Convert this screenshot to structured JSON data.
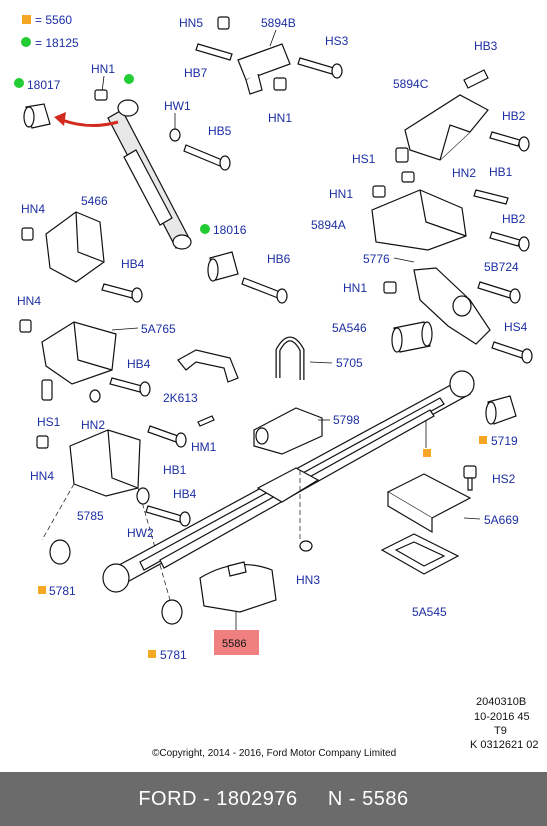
{
  "legend": {
    "square_code": "5560",
    "circle_code": "18125",
    "square_color": "#f5a623",
    "circle_color": "#22cc33"
  },
  "labels": {
    "hn5": "HN5",
    "p5894b": "5894B",
    "hs3": "HS3",
    "hb3": "HB3",
    "hn1_top": "HN1",
    "hb7": "HB7",
    "hn1_mid": "HN1",
    "p5894c": "5894C",
    "p18017": "18017",
    "hw1": "HW1",
    "hb5": "HB5",
    "hb2_a": "HB2",
    "hs1_r": "HS1",
    "hn2_r": "HN2",
    "hb1_r": "HB1",
    "hn1_r": "HN1",
    "p5894a": "5894A",
    "hb2_b": "HB2",
    "hn4_a": "HN4",
    "p5466": "5466",
    "p18016": "18016",
    "hb4_a": "HB4",
    "hb6": "HB6",
    "p5776": "5776",
    "p5b724": "5B724",
    "hn1_r2": "HN1",
    "hn4_b": "HN4",
    "p5a765": "5A765",
    "p5a546": "5A546",
    "hs4": "HS4",
    "hb4_b": "HB4",
    "p5705": "5705",
    "p2k613": "2K613",
    "hs1_l": "HS1",
    "hn2_l": "HN2",
    "p5798": "5798",
    "hm1": "HM1",
    "hn4_c": "HN4",
    "hb1_l": "HB1",
    "p5719": "5719",
    "hs2": "HS2",
    "hb4_c": "HB4",
    "p5785": "5785",
    "hw2": "HW2",
    "p5a669": "5A669",
    "p5781_a": "5781",
    "hn3": "HN3",
    "p5586": "5586",
    "p5a545": "5A545",
    "p5781_b": "5781"
  },
  "highlight": {
    "color": "#f08080"
  },
  "stamp": {
    "line1": "2040310B",
    "line2": "10-2016 45",
    "line3": "T9",
    "line4": "K 0312621 02"
  },
  "copyright": "©Copyright, 2014 - 2016, Ford Motor Company Limited",
  "footer": "FORD - 1802976     N - 5586"
}
